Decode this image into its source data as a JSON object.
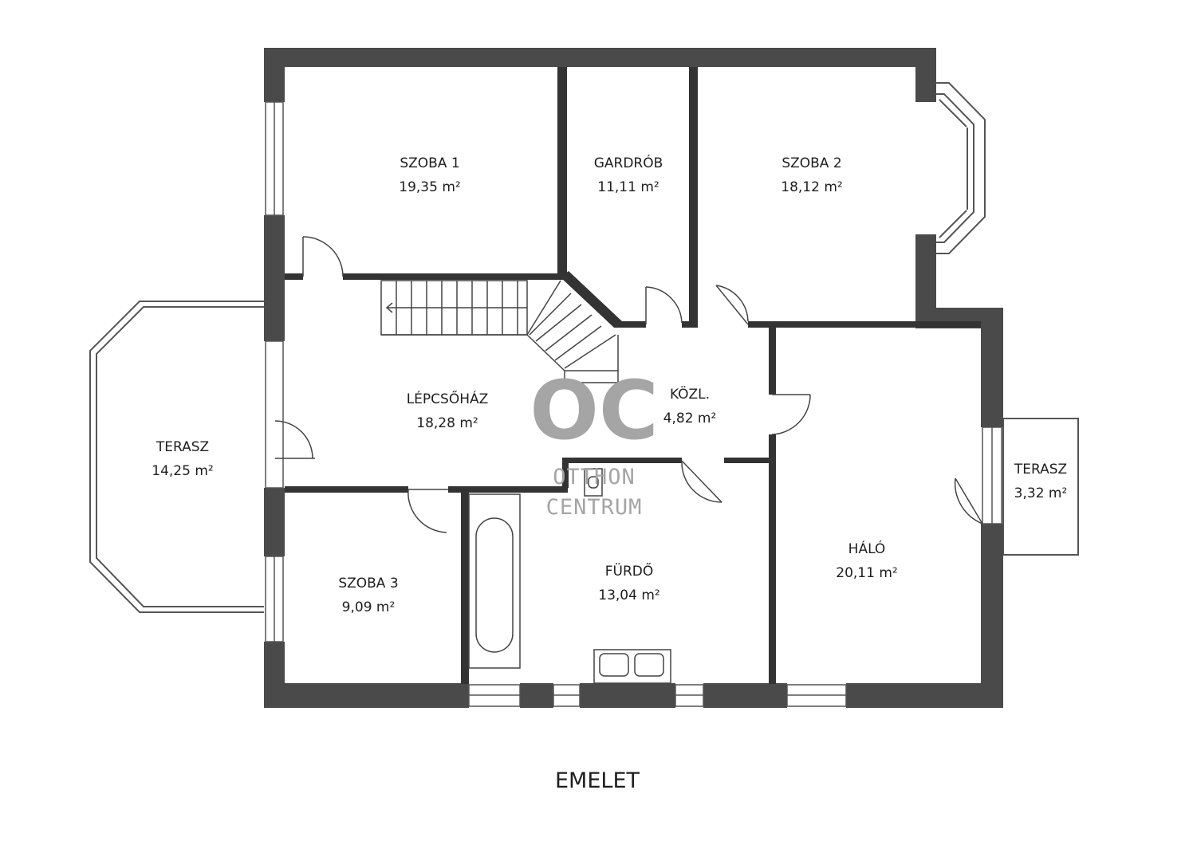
{
  "plan": {
    "title": "EMELET",
    "rooms": [
      {
        "id": "szoba-1",
        "name": "SZOBA 1",
        "area": "19,35 m²"
      },
      {
        "id": "gardrob",
        "name": "GARDRÓB",
        "area": "11,11 m²"
      },
      {
        "id": "szoba-2",
        "name": "SZOBA 2",
        "area": "18,12 m²"
      },
      {
        "id": "lepcsohaz",
        "name": "LÉPCSŐHÁZ",
        "area": "18,28 m²"
      },
      {
        "id": "kozl",
        "name": "KÖZL.",
        "area": "4,82 m²"
      },
      {
        "id": "terasz-left",
        "name": "TERASZ",
        "area": "14,25 m²"
      },
      {
        "id": "terasz-right",
        "name": "TERASZ",
        "area": "3,32 m²"
      },
      {
        "id": "szoba-3",
        "name": "SZOBA 3",
        "area": "9,09 m²"
      },
      {
        "id": "furdo",
        "name": "FÜRDŐ",
        "area": "13,04 m²"
      },
      {
        "id": "halo",
        "name": "HÁLÓ",
        "area": "20,11 m²"
      }
    ],
    "colors": {
      "wall": "#4a4a4a",
      "line": "#333333",
      "watermark": "#a5a5a5",
      "text": "#1e1e1e"
    }
  },
  "watermark": {
    "logo": "OC",
    "line1": "OTTHON",
    "line2": "CENTRUM"
  }
}
